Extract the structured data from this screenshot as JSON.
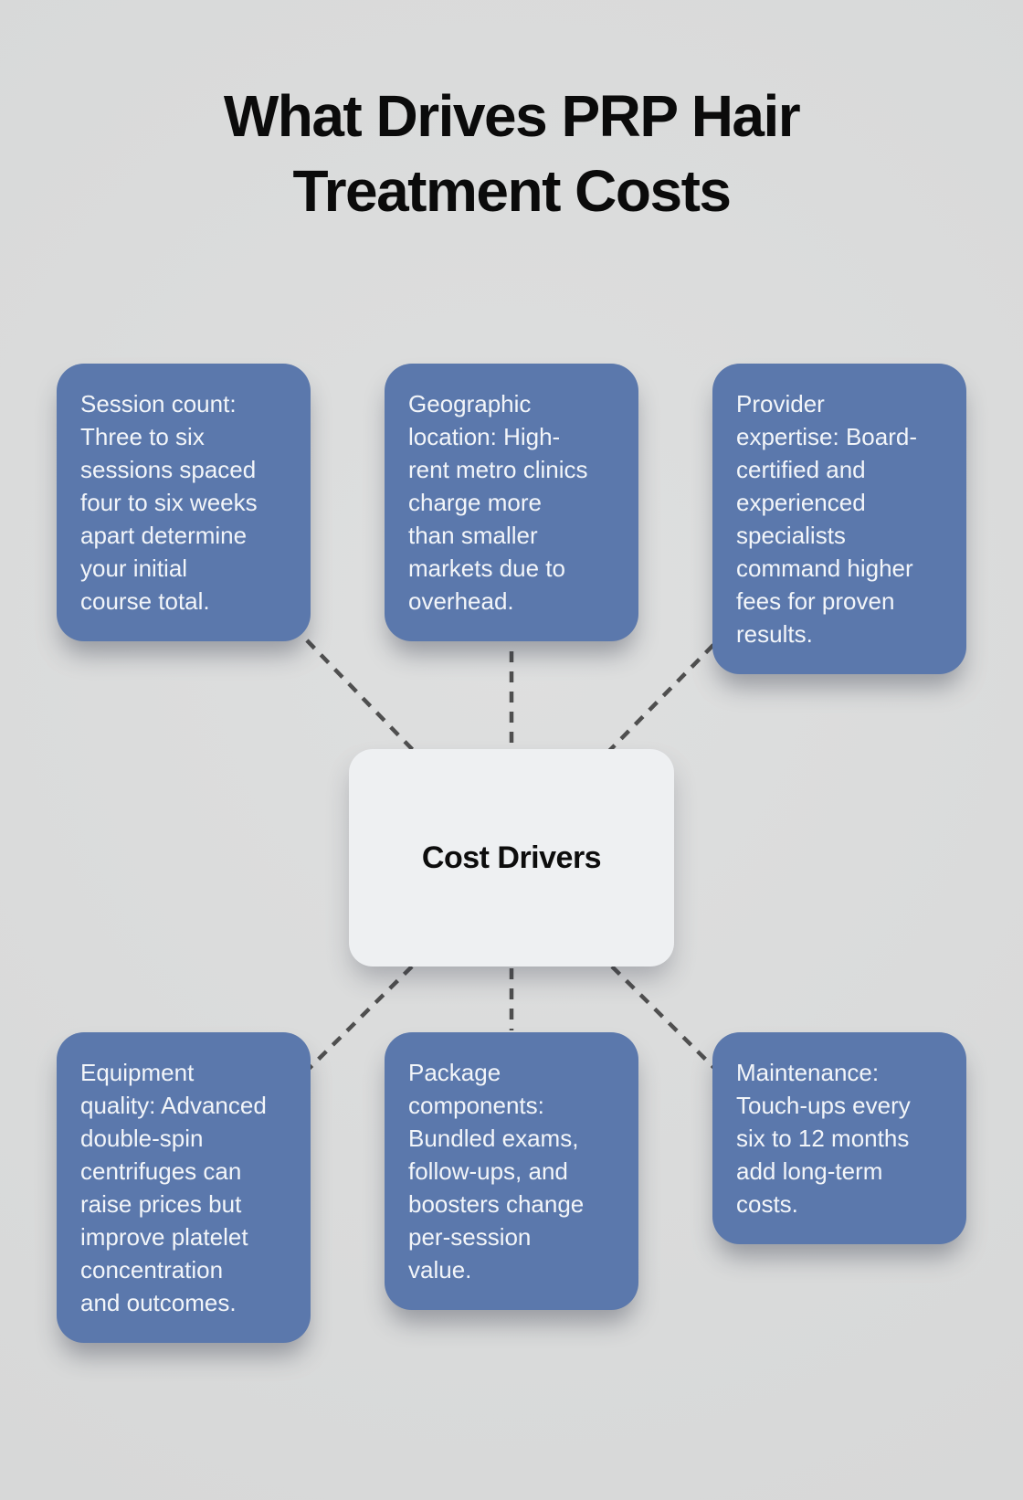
{
  "title": "What Drives PRP Hair\nTreatment Costs",
  "center": {
    "label": "Cost Drivers"
  },
  "nodes": [
    {
      "id": "session-count",
      "text": "Session count:\nThree to six\nsessions spaced\nfour to six weeks\napart determine\nyour initial\ncourse total."
    },
    {
      "id": "geographic-location",
      "text": "Geographic\nlocation: High-\nrent metro clinics\ncharge more\nthan smaller\nmarkets due to\noverhead."
    },
    {
      "id": "provider-expertise",
      "text": "Provider\nexpertise: Board-\ncertified and\nexperienced\nspecialists\ncommand higher\nfees for proven\nresults."
    },
    {
      "id": "equipment-quality",
      "text": "Equipment\nquality: Advanced\ndouble-spin\ncentrifuges can\nraise prices but\nimprove platelet\nconcentration\nand outcomes."
    },
    {
      "id": "package-components",
      "text": "Package\ncomponents:\nBundled exams,\nfollow-ups, and\nboosters change\nper-session\nvalue."
    },
    {
      "id": "maintenance",
      "text": "Maintenance:\nTouch-ups every\nsix to 12 months\nadd long-term\ncosts."
    }
  ],
  "colors": {
    "background": "#dedfdf",
    "node_bg": "#5b78ac",
    "node_text": "#f2f5f9",
    "center_bg": "#eef0f2",
    "center_text": "#0d0d0d",
    "connector": "#4f4f4f",
    "title_text": "#0b0b0b"
  }
}
